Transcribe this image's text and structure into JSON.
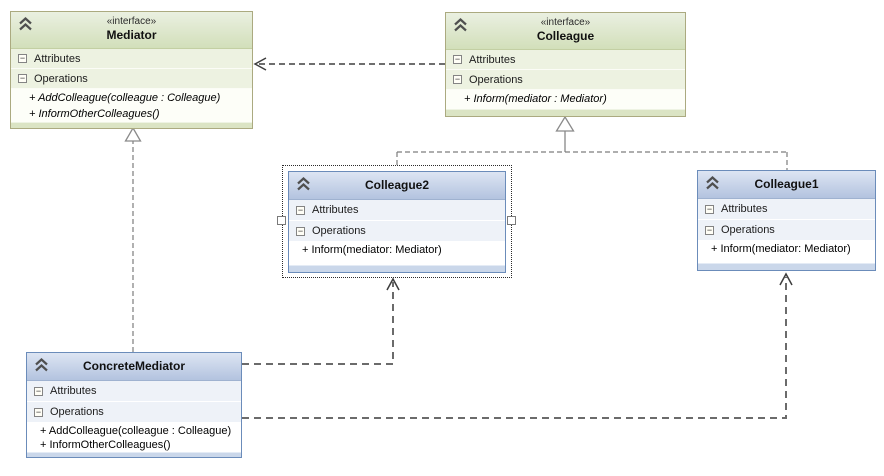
{
  "labels": {
    "attributes": "Attributes",
    "operations": "Operations"
  },
  "nodes": {
    "mediator": {
      "stereotype": "«interface»",
      "title": "Mediator",
      "methods": [
        "+ AddColleague(colleague : Colleague)",
        "+ InformOtherColleagues()"
      ]
    },
    "colleague": {
      "stereotype": "«interface»",
      "title": "Colleague",
      "methods": [
        "+ Inform(mediator : Mediator)"
      ]
    },
    "colleague2": {
      "title": "Colleague2",
      "methods": [
        "+ Inform(mediator: Mediator)"
      ]
    },
    "colleague1": {
      "title": "Colleague1",
      "methods": [
        "+ Inform(mediator: Mediator)"
      ]
    },
    "concrete_mediator": {
      "title": "ConcreteMediator",
      "methods": [
        "+ AddColleague(colleague : Colleague)",
        "+ InformOtherColleagues()"
      ]
    }
  },
  "relationships": [
    {
      "type": "dependency",
      "from": "Colleague",
      "to": "Mediator"
    },
    {
      "type": "realization",
      "from": "ConcreteMediator",
      "to": "Mediator"
    },
    {
      "type": "realization",
      "from": "Colleague2",
      "to": "Colleague"
    },
    {
      "type": "realization",
      "from": "Colleague1",
      "to": "Colleague"
    },
    {
      "type": "dependency",
      "from": "ConcreteMediator",
      "to": "Colleague2"
    },
    {
      "type": "dependency",
      "from": "ConcreteMediator",
      "to": "Colleague1"
    }
  ],
  "icons": {
    "collapse-chevron-icon": "double-chevron-up",
    "collapse-minus-icon": "minus-in-box",
    "hollow-triangle-icon": "realization-arrowhead",
    "open-arrow-icon": "dependency-arrowhead"
  },
  "colors": {
    "interface_header": "#d9e3bf",
    "interface_border": "#abaa80",
    "class_header": "#b9c8e1",
    "class_border": "#6b8cba",
    "connector": "#555555"
  }
}
